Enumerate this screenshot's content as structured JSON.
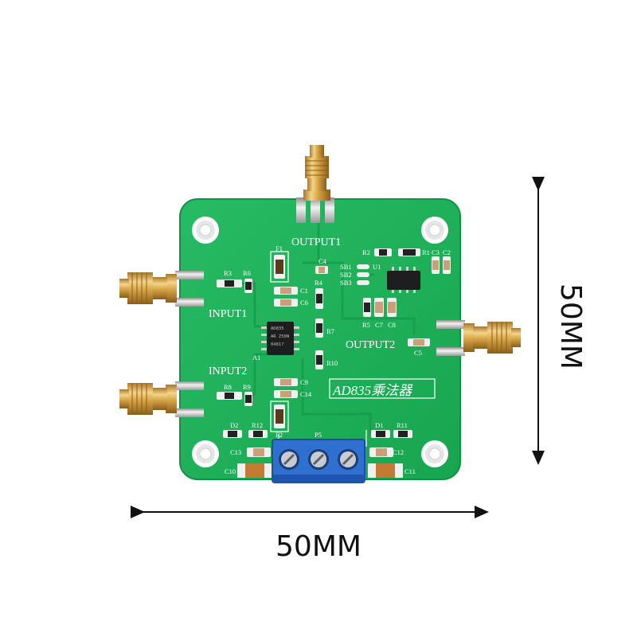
{
  "board": {
    "labels": {
      "output1": "OUTPUT1",
      "output2": "OUTPUT2",
      "input1": "INPUT1",
      "input2": "INPUT2",
      "title": "AD835乘法器",
      "connector": "P5"
    },
    "chip_u2_marking": [
      "AD835",
      "AR Z50N",
      "0481?"
    ],
    "refs": [
      "F1",
      "R3",
      "R6",
      "C4",
      "SB1",
      "SB2",
      "SB3",
      "U1",
      "R2",
      "R1",
      "C3",
      "C2",
      "R4",
      "C1",
      "C6",
      "R5",
      "C7",
      "C8",
      "R7",
      "A1",
      "R10",
      "C5",
      "C9",
      "C14",
      "R8",
      "R9",
      "F2",
      "D2",
      "R12",
      "D1",
      "R11",
      "C13",
      "C12",
      "C10",
      "C11"
    ],
    "colors": {
      "pcb": "#1fb35a",
      "silkscreen": "#ffffff",
      "terminal_block": "#2f6fd0",
      "sma_gold": "#d8a74a"
    }
  },
  "dimensions": {
    "width_label": "50MM",
    "height_label": "50MM"
  }
}
